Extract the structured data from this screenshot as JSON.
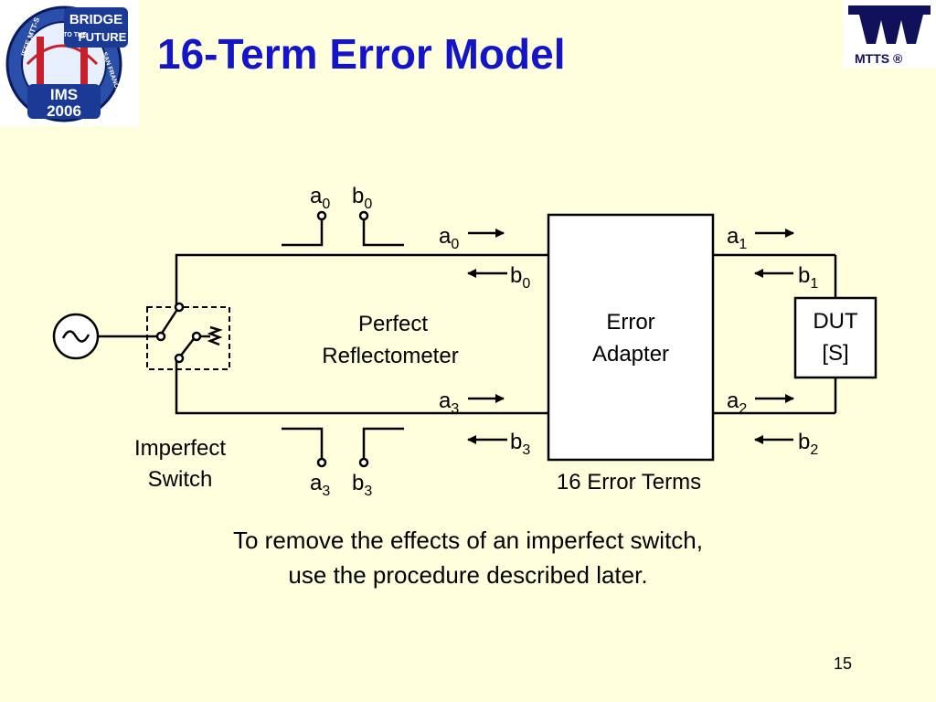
{
  "title": "16-Term Error Model",
  "logo_left": {
    "line1": "BRIDGE",
    "line2": "TO THE",
    "line3": "FUTURE",
    "ring_left": "IEEE MTT-S",
    "ring_right": "SAN FRANCISCO",
    "event": "IMS",
    "year": "2006"
  },
  "logo_right": {
    "text": "MTTS ®"
  },
  "diagram": {
    "top_ports": {
      "a": "a",
      "a_sub": "0",
      "b": "b",
      "b_sub": "0"
    },
    "bottom_ports": {
      "a": "a",
      "a_sub": "3",
      "b": "b",
      "b_sub": "3"
    },
    "left_top_wave": {
      "label": "a",
      "sub": "0"
    },
    "left_top_reflected": {
      "label": "b",
      "sub": "0"
    },
    "left_bottom_wave": {
      "label": "a",
      "sub": "3"
    },
    "left_bottom_reflected": {
      "label": "b",
      "sub": "3"
    },
    "right_top_wave": {
      "label": "a",
      "sub": "1"
    },
    "right_top_reflected": {
      "label": "b",
      "sub": "1"
    },
    "right_bottom_wave": {
      "label": "a",
      "sub": "2"
    },
    "right_bottom_reflected": {
      "label": "b",
      "sub": "2"
    },
    "reflectometer": {
      "line1": "Perfect",
      "line2": "Reflectometer"
    },
    "adapter": {
      "line1": "Error",
      "line2": "Adapter"
    },
    "dut": {
      "line1": "DUT",
      "line2": "[S]"
    },
    "switch": {
      "line1": "Imperfect",
      "line2": "Switch"
    },
    "error_terms": "16 Error Terms"
  },
  "caption": {
    "line1": "To remove the effects of an imperfect switch,",
    "line2": "use the procedure described later."
  },
  "page_number": "15"
}
